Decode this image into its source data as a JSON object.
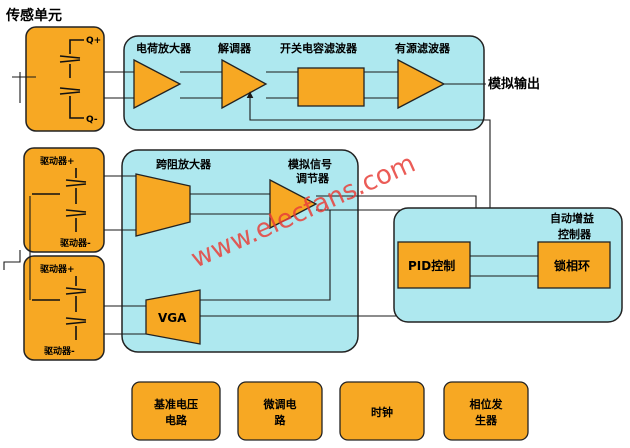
{
  "diagram": {
    "sensor_unit_title": "传感单元",
    "terminal_q_plus": "Q+",
    "terminal_q_minus": "Q-",
    "charge_amp": "电荷放大器",
    "demodulator": "解调器",
    "switched_cap_filter": "开关电容滤波器",
    "active_filter": "有源滤波器",
    "analog_output": "模拟输出",
    "tia": "跨阻放大器",
    "signal_cond_line1": "模拟信号",
    "signal_cond_line2": "调节器",
    "vga": "VGA",
    "agc_line1": "自动增益",
    "agc_line2": "控制器",
    "pid": "PID控制",
    "pll": "锁相环",
    "driver_plus": "驱动器+",
    "driver_minus": "驱动器-",
    "bottom_boxes": [
      {
        "line1": "基准电压",
        "line2": "电路"
      },
      {
        "line1": "微调电",
        "line2": "路"
      },
      {
        "line1": "时钟",
        "line2": ""
      },
      {
        "line1": "相位发",
        "line2": "生器"
      }
    ],
    "watermark": "www.elecfans.com"
  },
  "colors": {
    "orange": "#f7a823",
    "panel": "#aee8ef",
    "line": "#1a1a1a"
  }
}
